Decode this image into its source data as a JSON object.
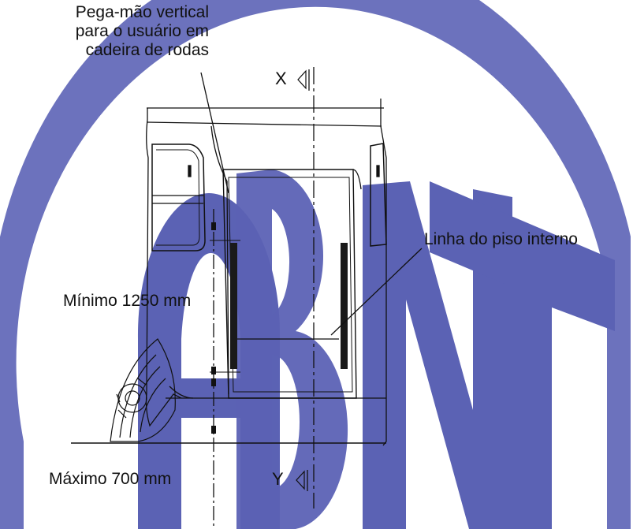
{
  "labels": {
    "handhold_line1": "Pega-mão vertical",
    "handhold_line2": "para o usuário em",
    "handhold_line3": "cadeira de rodas",
    "floor_line": "Linha do piso interno",
    "minimum": "Mínimo 1250 mm",
    "maximum": "Máximo 700 mm",
    "section_x": "X",
    "section_y": "Y"
  },
  "watermark": {
    "text": "ABNT",
    "color": "#3f47a8"
  },
  "colors": {
    "line": "#111111",
    "bar": "#1a1a1a",
    "background": "#ffffff"
  }
}
